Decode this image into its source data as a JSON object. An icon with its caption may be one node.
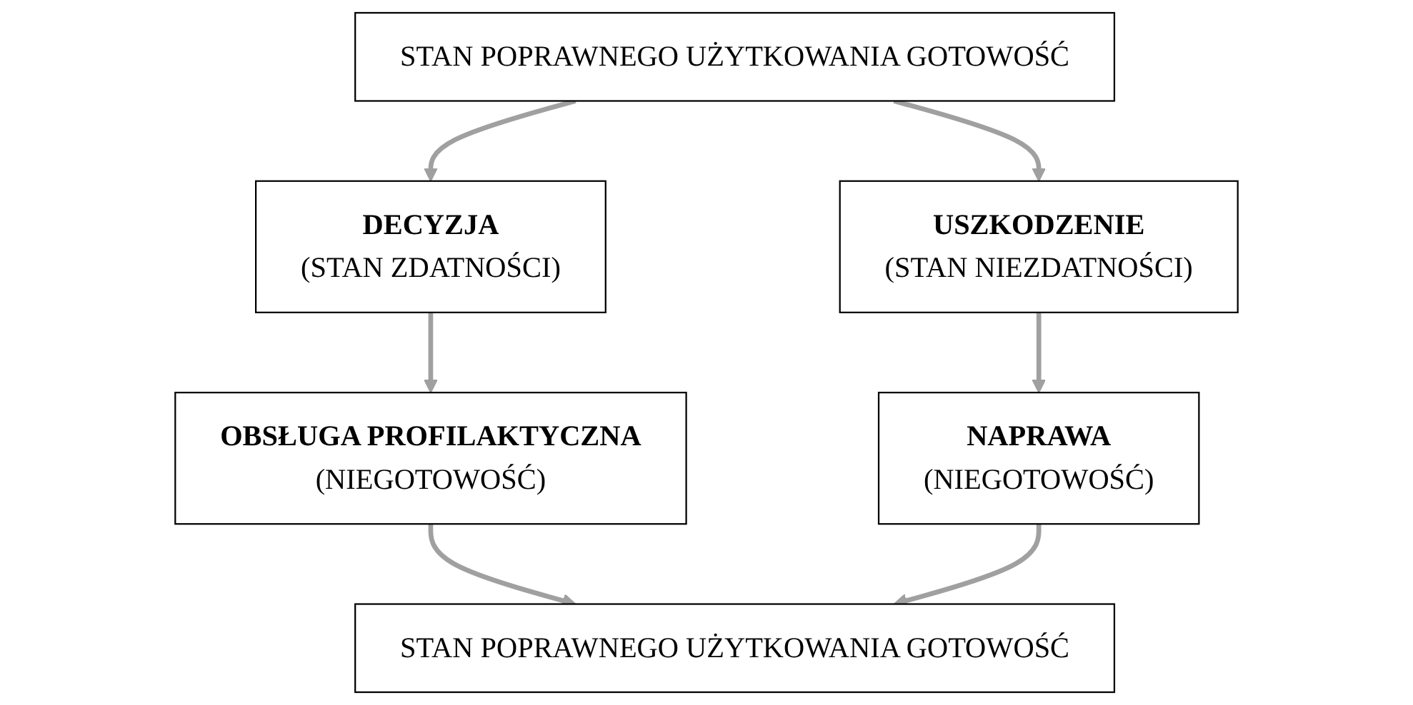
{
  "diagram": {
    "nodes": [
      {
        "text": [
          "STAN POPRAWNEGO UŻYTKOWANIA GOTOWOŚĆ"
        ]
      },
      {
        "text": [
          "DECYZJA",
          "(STAN ZDATNOŚCI)"
        ]
      },
      {
        "text": [
          "USZKODZENIE",
          "(STAN NIEZDATNOŚCI)"
        ]
      },
      {
        "text": [
          "OBSŁUGA PROFILAKTYCZNA",
          "(NIEGOTOWOŚĆ)"
        ]
      },
      {
        "text": [
          "NAPRAWA",
          "(NIEGOTOWOŚĆ)"
        ]
      },
      {
        "text": [
          "STAN POPRAWNEGO UŻYTKOWANIA GOTOWOŚĆ"
        ]
      }
    ],
    "edges": [
      {
        "from": 0,
        "to": 1,
        "arrow": "to"
      },
      {
        "from": 0,
        "to": 2,
        "arrow": "to"
      },
      {
        "from": 1,
        "to": 3,
        "arrow": "to"
      },
      {
        "from": 2,
        "to": 4,
        "arrow": "to"
      },
      {
        "from": 3,
        "to": 5,
        "arrow": "to"
      },
      {
        "from": 4,
        "to": 5,
        "arrow": "to"
      }
    ]
  }
}
